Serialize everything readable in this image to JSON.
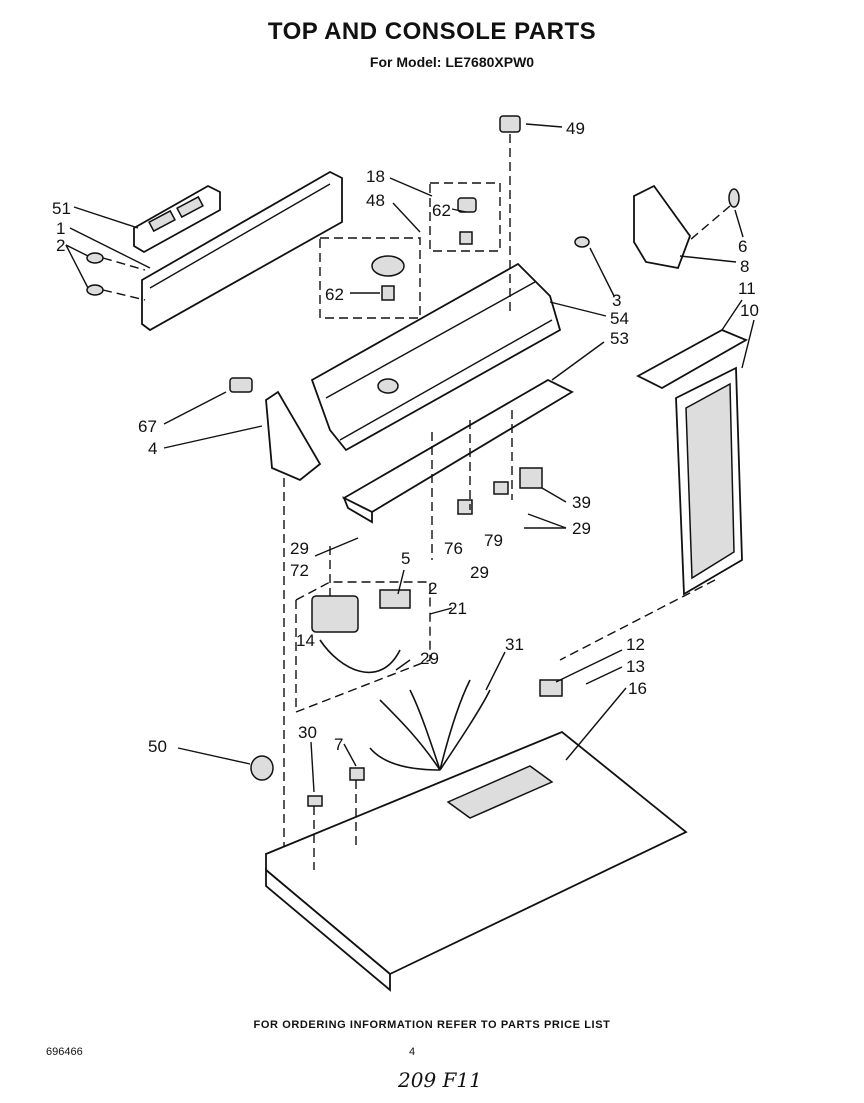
{
  "header": {
    "title": "TOP AND CONSOLE PARTS",
    "subtitle": "For Model: LE7680XPW0"
  },
  "callouts": [
    "49",
    "18",
    "48",
    "62",
    "62",
    "51",
    "1",
    "2",
    "6",
    "8",
    "3",
    "54",
    "11",
    "10",
    "53",
    "67",
    "4",
    "39",
    "29",
    "29",
    "76",
    "79",
    "29",
    "72",
    "2",
    "5",
    "21",
    "14",
    "29",
    "31",
    "12",
    "13",
    "16",
    "50",
    "30",
    "7"
  ],
  "footer": {
    "ordering_note": "FOR ORDERING INFORMATION REFER TO PARTS PRICE LIST",
    "document_number": "696466",
    "page_number": "4",
    "handwritten_note": "209 F11"
  }
}
